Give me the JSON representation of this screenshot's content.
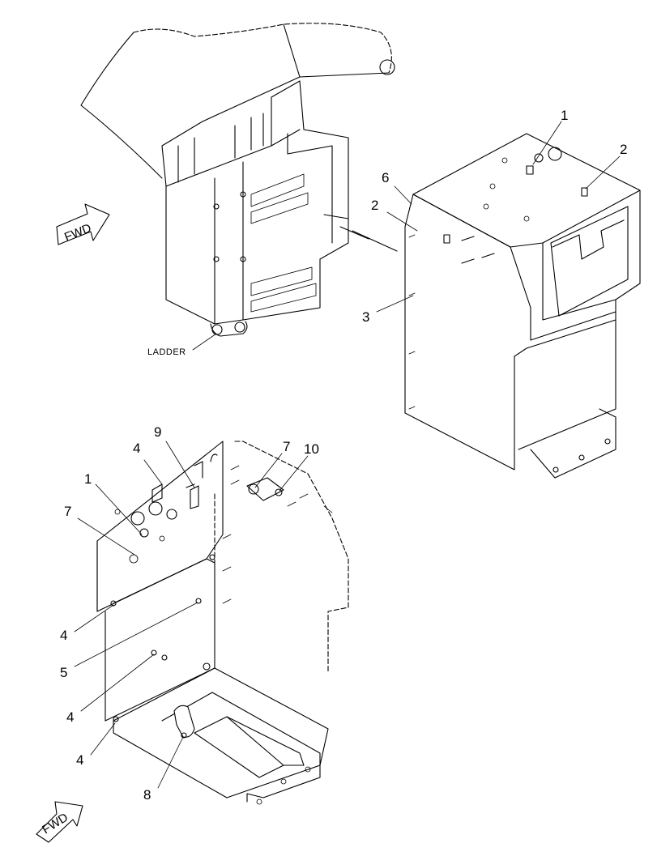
{
  "labels": {
    "ladder": "LADDER",
    "fwd_top": "FWD",
    "fwd_bottom": "FWD"
  },
  "callouts": {
    "upper": [
      {
        "id": "u1",
        "text": "1"
      },
      {
        "id": "u2a",
        "text": "2"
      },
      {
        "id": "u2b",
        "text": "2"
      },
      {
        "id": "u3",
        "text": "3"
      },
      {
        "id": "u6",
        "text": "6"
      }
    ],
    "lower": [
      {
        "id": "l1",
        "text": "1"
      },
      {
        "id": "l4a",
        "text": "4"
      },
      {
        "id": "l4b",
        "text": "4"
      },
      {
        "id": "l4c",
        "text": "4"
      },
      {
        "id": "l4d",
        "text": "4"
      },
      {
        "id": "l5",
        "text": "5"
      },
      {
        "id": "l7a",
        "text": "7"
      },
      {
        "id": "l7b",
        "text": "7"
      },
      {
        "id": "l8",
        "text": "8"
      },
      {
        "id": "l9",
        "text": "9"
      },
      {
        "id": "l10",
        "text": "10"
      }
    ]
  }
}
